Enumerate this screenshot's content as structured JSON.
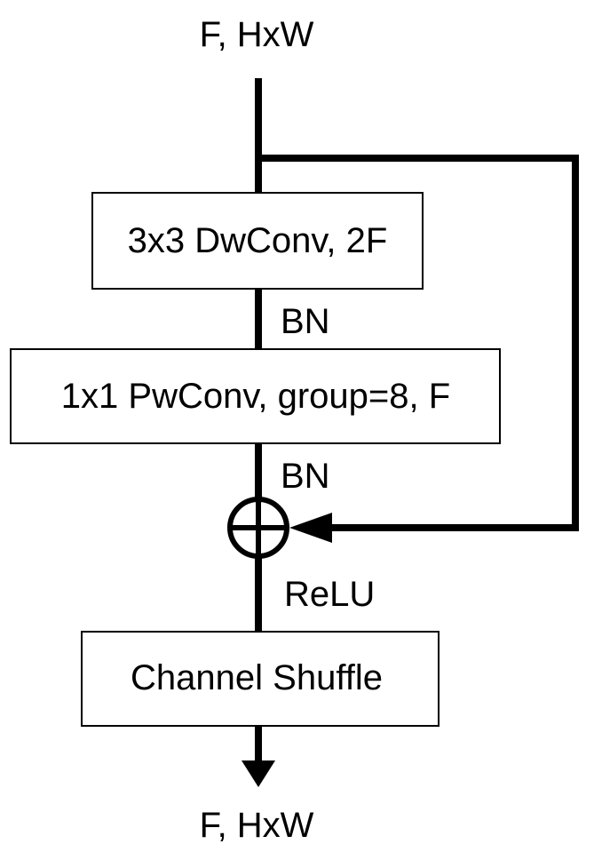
{
  "diagram": {
    "input_label": "F, HxW",
    "output_label": "F, HxW",
    "blocks": {
      "dwconv": "3x3 DwConv, 2F",
      "pwconv": "1x1 PwConv, group=8, F",
      "shuffle": "Channel Shuffle"
    },
    "annotations": {
      "bn_1": "BN",
      "bn_2": "BN",
      "relu": "ReLU"
    },
    "operator": "elementwise-add"
  }
}
